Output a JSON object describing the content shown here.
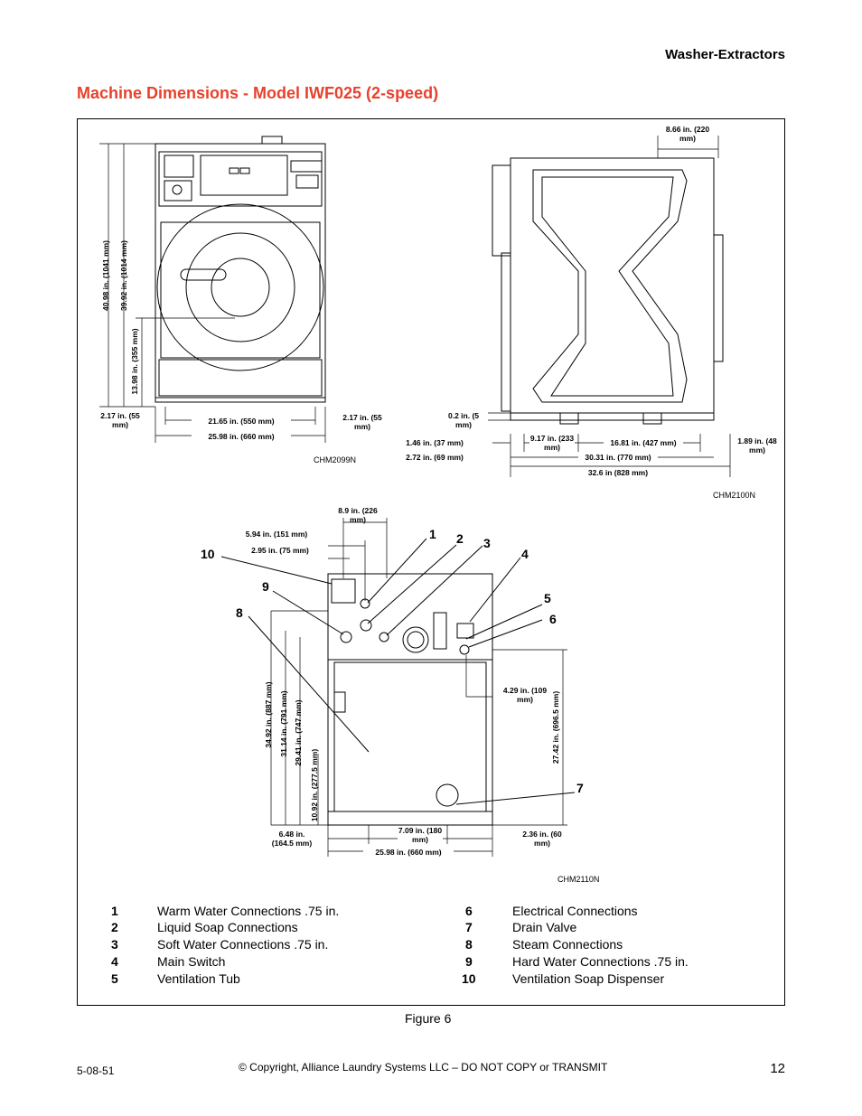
{
  "header": {
    "section": "Washer-Extractors"
  },
  "title": "Machine Dimensions - Model IWF025 (2-speed)",
  "front_view": {
    "code": "CHM2099N",
    "dims": {
      "overall_height": "40.98 in. (1041 mm)",
      "top_height": "39.92 in. (1014 mm)",
      "door_height": "13.98 in. (355 mm)",
      "left_offset": "2.17 in. (55 mm)",
      "inner_width": "21.65 in. (550 mm)",
      "right_offset": "2.17 in. (55 mm)",
      "overall_width": "25.98 in. (660 mm)"
    }
  },
  "side_view": {
    "code": "CHM2100N",
    "dims": {
      "top_offset": "8.66 in. (220 mm)",
      "base_gap": "0.2 in. (5 mm)",
      "front_offset": "1.46 in. (37 mm)",
      "front_offset2": "2.72 in. (69 mm)",
      "foot_a": "9.17 in. (233 mm)",
      "foot_b": "16.81 in. (427 mm)",
      "depth_inner": "30.31 in. (770 mm)",
      "rear": "1.89 in. (48 mm)",
      "depth": "32.6 in (828 mm)"
    }
  },
  "rear_view": {
    "code": "CHM2110N",
    "dims": {
      "d1": "8.9 in. (226 mm)",
      "d2": "5.94 in. (151 mm)",
      "d3": "2.95 in. (75 mm)",
      "h1": "34.92 in. (887 mm)",
      "h2": "31.14 in. (791 mm)",
      "h3": "29.41 in. (747 mm)",
      "h4": "10.92 in. (277.5 mm)",
      "h5": "27.42 in. (696.5 mm)",
      "d4": "4.29 in. (109 mm)",
      "b1": "6.48 in. (164.5 mm)",
      "b2": "7.09 in. (180 mm)",
      "b3": "2.36 in. (60 mm)",
      "b4": "25.98 in. (660 mm)"
    },
    "callouts": [
      "1",
      "2",
      "3",
      "4",
      "5",
      "6",
      "7",
      "8",
      "9",
      "10"
    ]
  },
  "legend": [
    {
      "num": "1",
      "text": "Warm Water Connections .75 in."
    },
    {
      "num": "2",
      "text": "Liquid Soap Connections"
    },
    {
      "num": "3",
      "text": "Soft Water Connections .75 in."
    },
    {
      "num": "4",
      "text": "Main Switch"
    },
    {
      "num": "5",
      "text": "Ventilation Tub"
    },
    {
      "num": "6",
      "text": "Electrical Connections"
    },
    {
      "num": "7",
      "text": "Drain Valve"
    },
    {
      "num": "8",
      "text": "Steam Connections"
    },
    {
      "num": "9",
      "text": "Hard Water Connections .75 in."
    },
    {
      "num": "10",
      "text": "Ventilation Soap Dispenser"
    }
  ],
  "figure_label": "Figure 6",
  "footer": {
    "doc_id": "5-08-51",
    "copyright": "© Copyright, Alliance Laundry Systems LLC – DO NOT COPY or TRANSMIT",
    "page": "12"
  },
  "colors": {
    "title": "#e8412c"
  }
}
